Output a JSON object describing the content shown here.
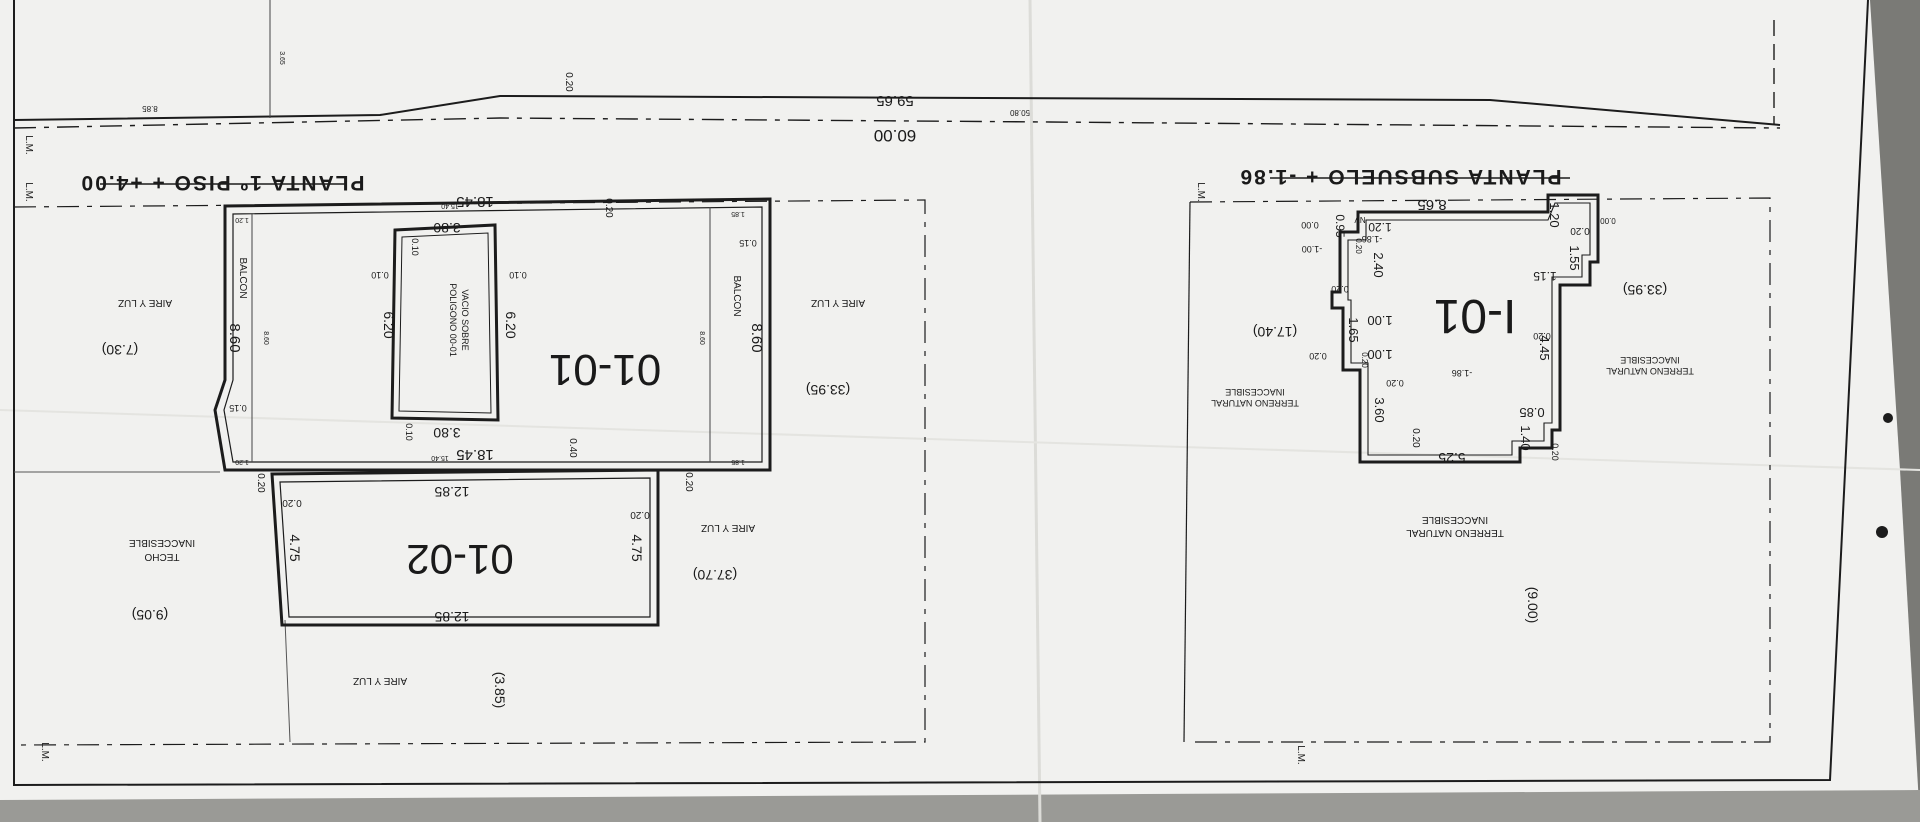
{
  "colors": {
    "paper": "#f1f1ef",
    "ink": "#1c1c1c",
    "border": "#7a7a76"
  },
  "top_strip": {
    "total": "60.00",
    "sub": "59.65",
    "left_small": "8.85",
    "small_1": "3.65",
    "small_2": "50.80",
    "thick": "0.20"
  },
  "plan_left": {
    "title": "PLANTA 1º PISO + +4.00",
    "unit_a": {
      "name": "01-01",
      "dims": [
        "18.45",
        "18.45",
        "8.60",
        "8.60",
        "0.20",
        "0.40",
        "0.15",
        "0.15",
        "1.85",
        "1.85",
        "1.20",
        "1.20",
        "15.40",
        "15.40",
        "8.60",
        "8.60"
      ]
    },
    "unit_b": {
      "name": "01-02",
      "dims": [
        "12.85",
        "12.85",
        "4.75",
        "4.75",
        "0.20",
        "0.20",
        "0.20",
        "0.20"
      ]
    },
    "void": {
      "label_1": "VACIO SOBRE",
      "label_2": "POLIGONO 00-01",
      "dims": [
        "3.80",
        "3.80",
        "6.20",
        "6.20",
        "0.10",
        "0.10",
        "0.10",
        "0.10"
      ]
    },
    "balcon": "BALCON",
    "aire": "AIRE Y LUZ",
    "techo_1": "TECHO",
    "techo_2": "INACCESIBLE",
    "areas": [
      "(7.30)",
      "(33.95)",
      "(37.70)",
      "(9.05)",
      "(3.85)"
    ]
  },
  "plan_right": {
    "title": "PLANTA SUBSUELO + -1.86",
    "unit": {
      "name": "I-01"
    },
    "dims": [
      "8.65",
      "1.20",
      "0.00",
      "1.55",
      "0.20",
      "1.15",
      "4.45",
      "0.20",
      "0.85",
      "1.40",
      "0.20",
      "5.25",
      "0.20",
      "3.60",
      "0.20",
      "1.00",
      "1.00",
      "1.65",
      "0.20",
      "2.40",
      "0.20",
      "0.95",
      "1.20",
      "-1.00",
      "0.00",
      "-1.86",
      "-1.86",
      "NV",
      "0.20",
      "0.20"
    ],
    "terreno_1": "TERRENO NATURAL",
    "terreno_2": "INACCESIBLE",
    "areas": [
      "(33.95)",
      "(17.40)",
      "(9.00)"
    ]
  },
  "lm": "L.M."
}
